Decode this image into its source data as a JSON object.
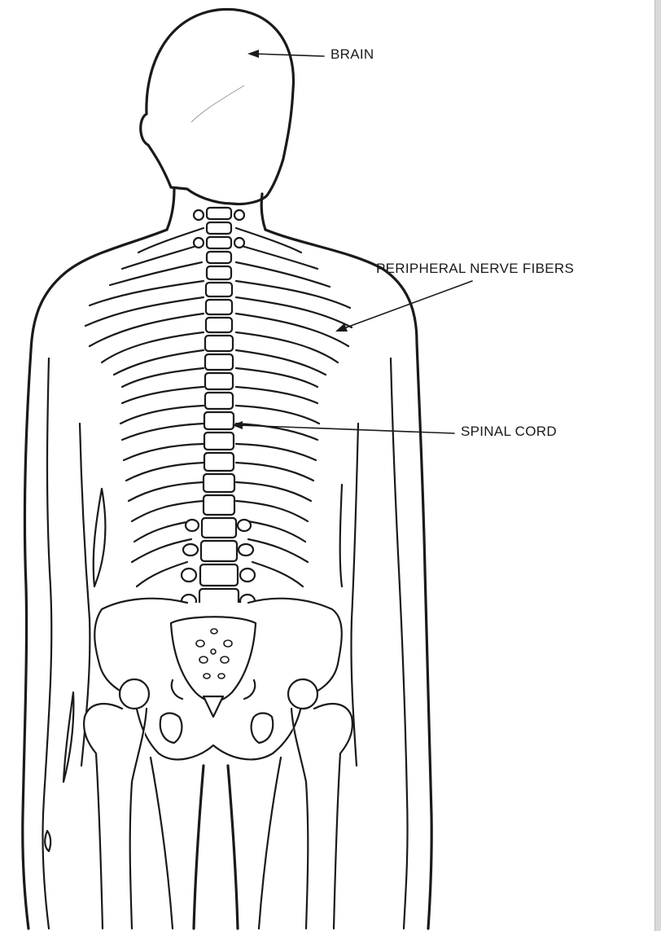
{
  "labels": {
    "brain": "BRAIN",
    "peripheral_nerve_fibers": "PERIPHERAL NERVE FIBERS",
    "spinal_cord": "SPINAL CORD"
  },
  "colors": {
    "ink": "#1a1a1a",
    "background": "#ffffff"
  }
}
